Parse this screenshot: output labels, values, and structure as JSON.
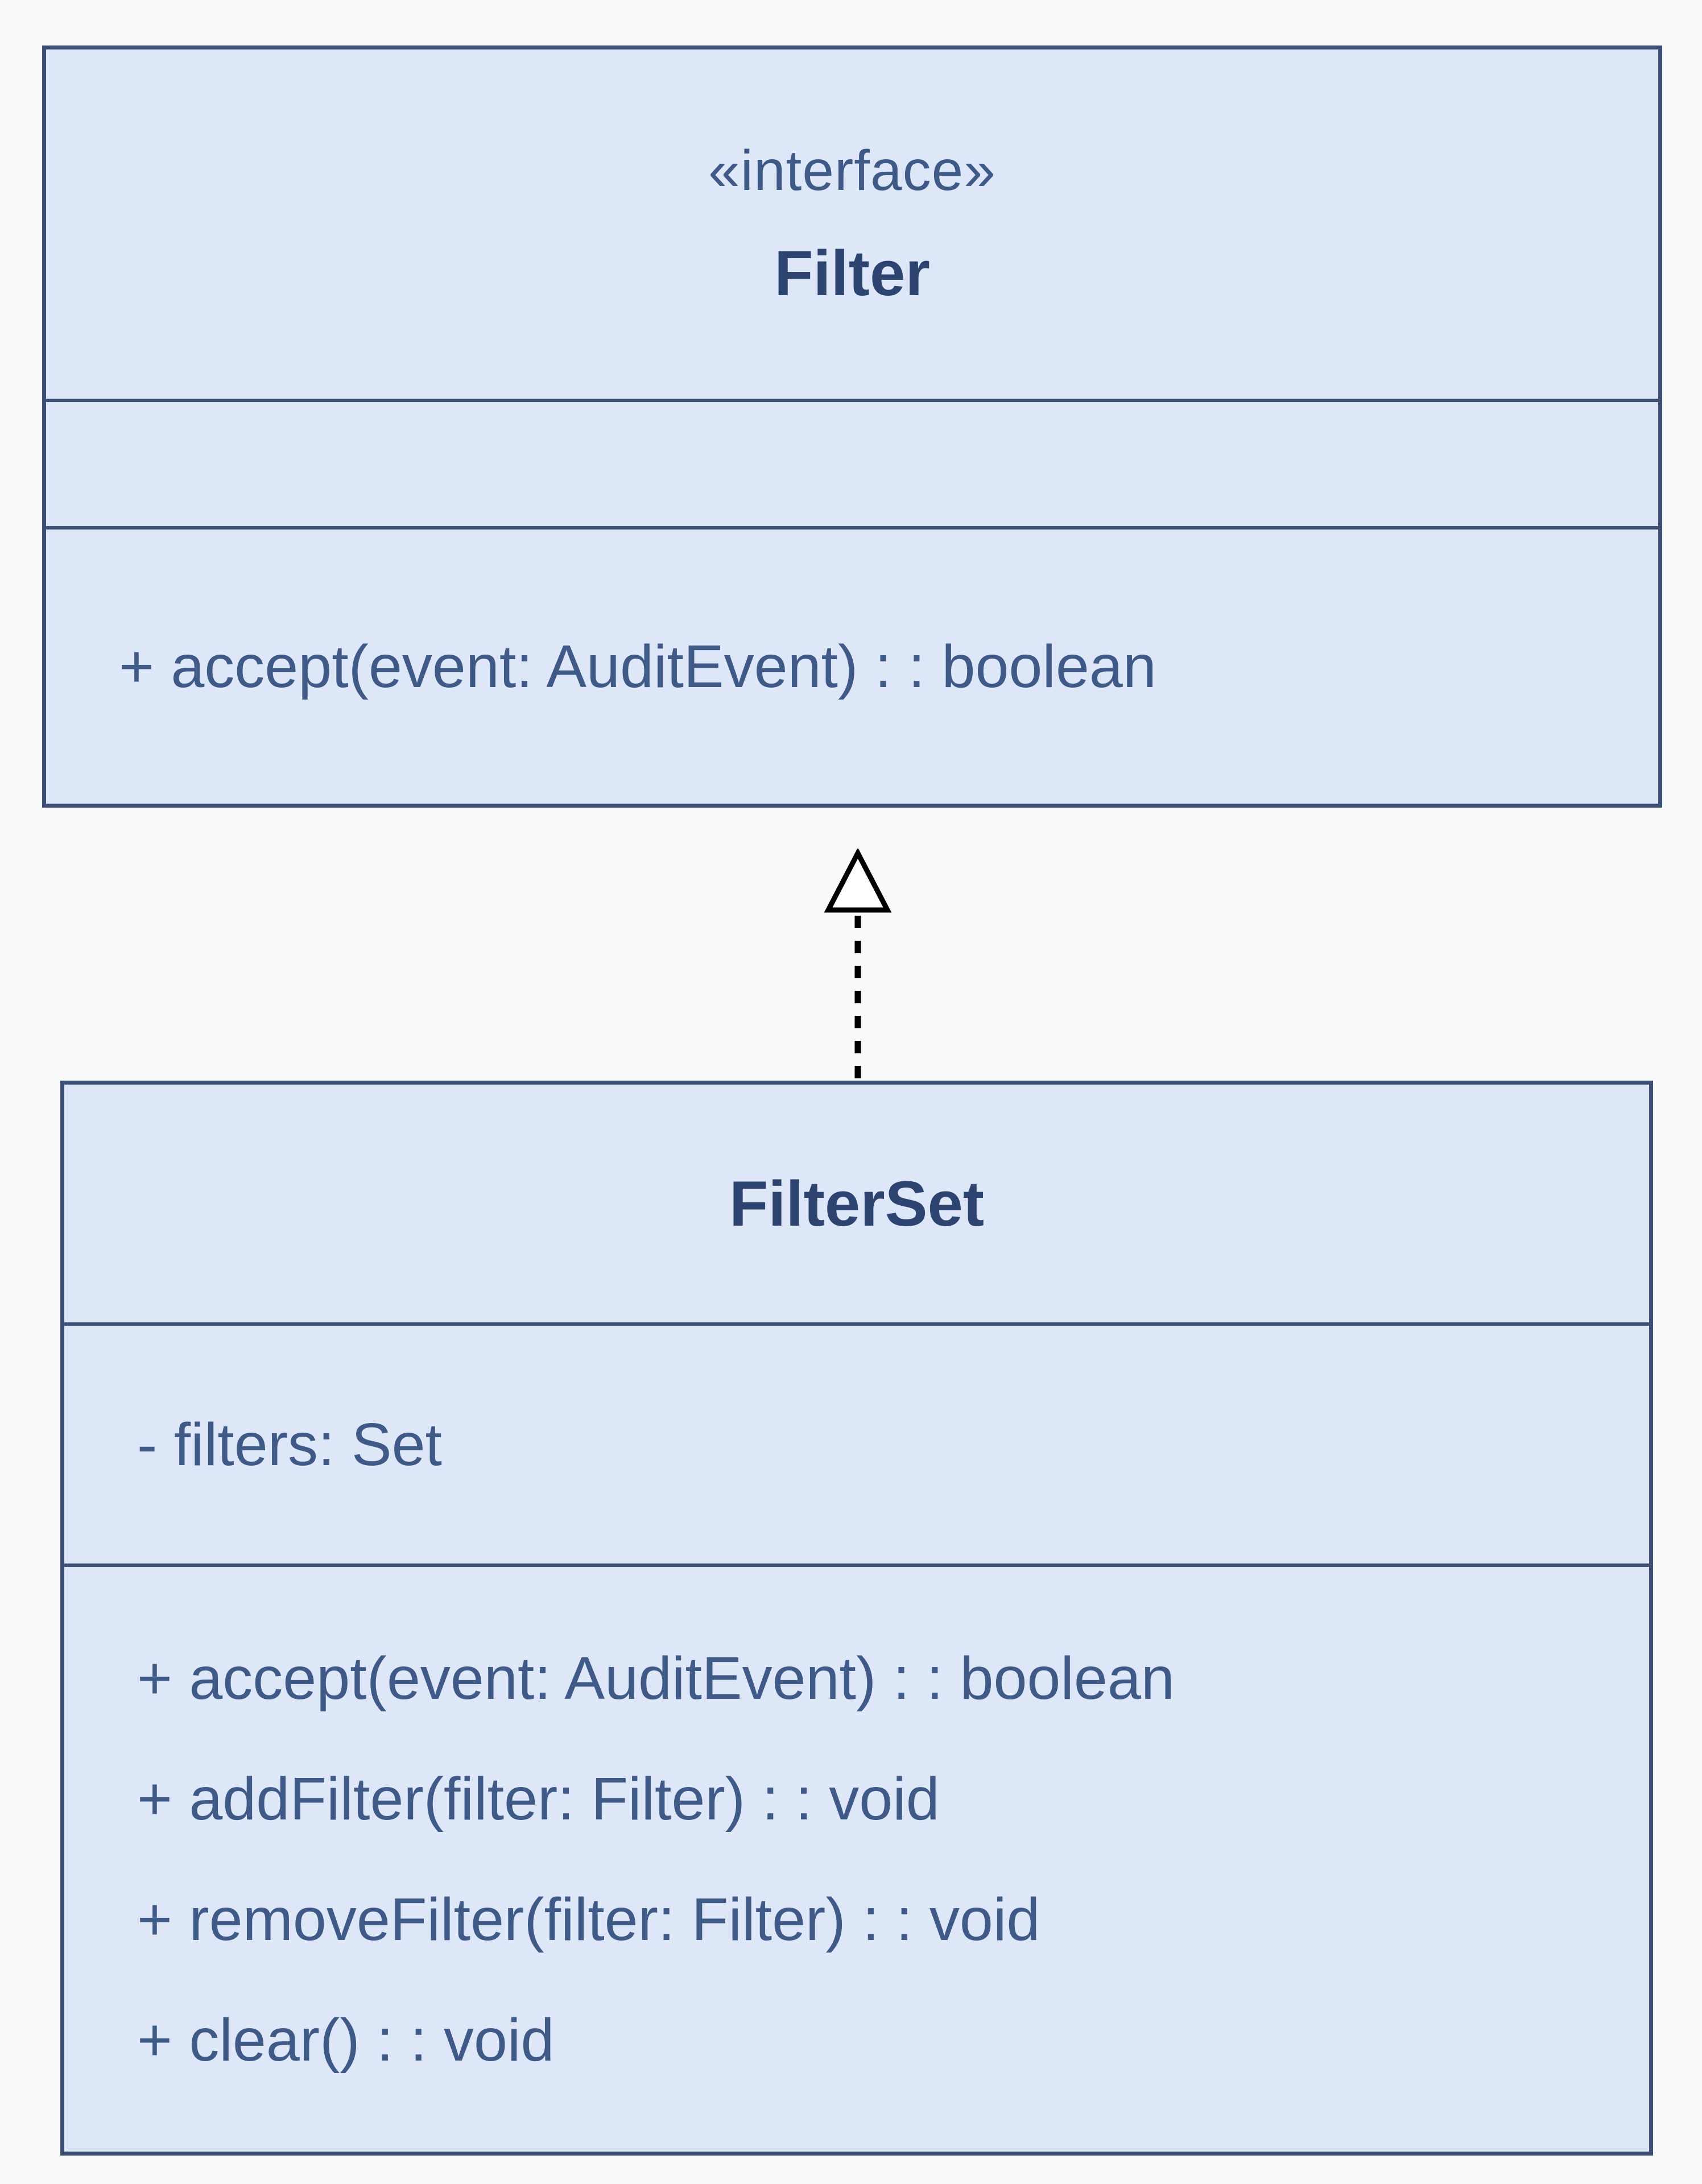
{
  "diagram": {
    "type": "uml-class-diagram",
    "relationship": "realization",
    "colors": {
      "box_fill": "#dde7f8",
      "box_border": "#3d4f74",
      "member_text": "#3f5a86",
      "title_text": "#2e4470",
      "arrow": "#000000",
      "background": "#f8f9fb"
    }
  },
  "filter": {
    "stereotype": "«interface»",
    "name": "Filter",
    "operations": [
      "+ accept(event: AuditEvent) : : boolean"
    ]
  },
  "filterset": {
    "name": "FilterSet",
    "attributes": [
      "- filters: Set"
    ],
    "operations": [
      "+ accept(event: AuditEvent) : : boolean",
      "+ addFilter(filter: Filter) : : void",
      "+ removeFilter(filter: Filter) : : void",
      "+ clear() : : void"
    ]
  }
}
